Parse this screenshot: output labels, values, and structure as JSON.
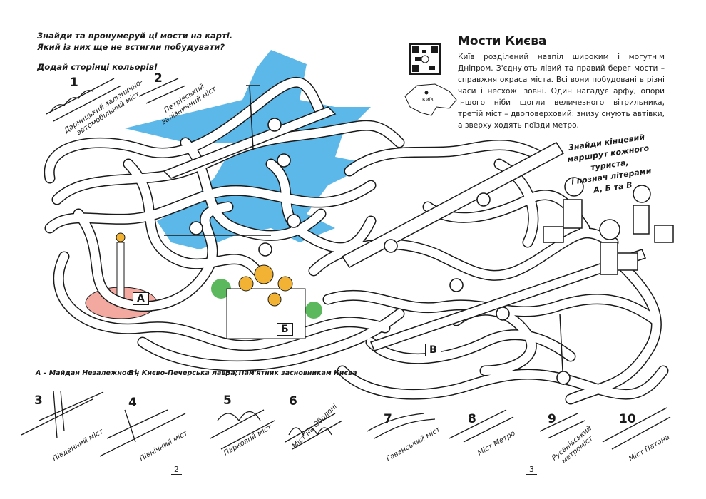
{
  "left_page": {
    "task_line1": "Знайди та пронумеруй ці мости на карті.",
    "task_line2": "Який із них ще не встигли побудувати?",
    "color_task": "Додай сторінці кольорів!",
    "legend": {
      "a": "А – Майдан Незалежності;",
      "b": "Б – Києво-Печерська лавра;",
      "v": "В – Пам'ятник засновникам Києва"
    },
    "page_number": "2"
  },
  "right_page": {
    "title": "Мости Києва",
    "intro": "Київ розділений навпіл широким і могутнім Дніпром. З'єднують лівий та правий берег мости – справжня окраса міста. Всі вони побудовані в різні часи і несхожі зовні. Один нагадує арфу, опори іншого ніби щогли величезного вітрильника, третій міст – двоповерховий: знизу снують автівки, а зверху ходять поїзди метро.",
    "map_label": "Київ",
    "tourist_task": [
      "Знайди кінцевий",
      "маршрут кожного",
      "туриста,",
      "і познач літерами",
      "А, Б та В"
    ],
    "page_number": "3"
  },
  "map_markers": {
    "a": "А",
    "b": "Б",
    "v": "В"
  },
  "bridges": [
    {
      "number": "1",
      "name_line1": "Дарницький залізнично-",
      "name_line2": "автомобільний міст"
    },
    {
      "number": "2",
      "name_line1": "Петрівський",
      "name_line2": "залізничний міст"
    },
    {
      "number": "3",
      "name_line1": "Південний міст",
      "name_line2": ""
    },
    {
      "number": "4",
      "name_line1": "Північний міст",
      "name_line2": ""
    },
    {
      "number": "5",
      "name_line1": "Парковий міст",
      "name_line2": ""
    },
    {
      "number": "6",
      "name_line1": "Міст на Оболоні",
      "name_line2": ""
    },
    {
      "number": "7",
      "name_line1": "Гаванський міст",
      "name_line2": ""
    },
    {
      "number": "8",
      "name_line1": "Міст Метро",
      "name_line2": ""
    },
    {
      "number": "9",
      "name_line1": "Русанівський",
      "name_line2": "метроміст"
    },
    {
      "number": "10",
      "name_line1": "Міст Патона",
      "name_line2": ""
    }
  ],
  "colors": {
    "river": "#5bb8e8",
    "gold": "#f2b233",
    "green": "#5cb85c",
    "maidan": "#f4a9a0",
    "ink": "#1a1a1a"
  }
}
